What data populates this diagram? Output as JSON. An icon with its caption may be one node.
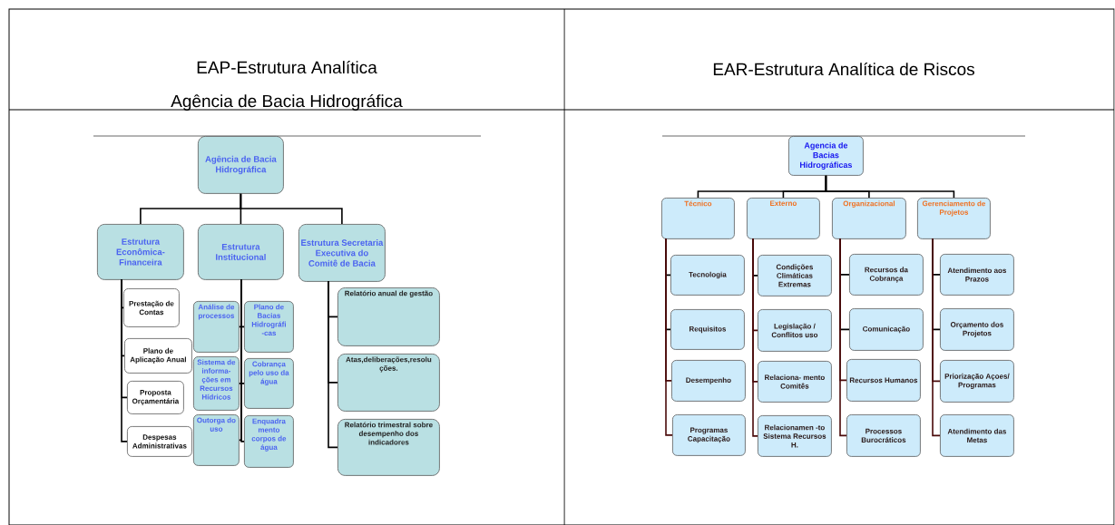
{
  "diagram": {
    "nodes": [
      {
        "text": [
          "Agência de Bacia Hidrográfica"
        ]
      },
      {
        "text": [
          "Estrutura Econômica- Financeira"
        ]
      },
      {
        "text": [
          "Estrutura Institucional"
        ]
      },
      {
        "text": [
          "Estrutura Secretaria Executiva do Comitê de Bacia"
        ]
      },
      {
        "text": [
          "Prestação de Contas"
        ]
      },
      {
        "text": [
          "Plano de Aplicação Anual"
        ]
      },
      {
        "text": [
          "Proposta Orçamentária"
        ]
      },
      {
        "text": [
          "Despesas Administrativas"
        ]
      },
      {
        "text": [
          "Análise de processos"
        ]
      },
      {
        "text": [
          "Plano de Bacias Hidrográfi -cas"
        ]
      },
      {
        "text": [
          "Sistema de informa- ções em Recursos Hídricos"
        ]
      },
      {
        "text": [
          "Cobrança pelo uso da água"
        ]
      },
      {
        "text": [
          "Outorga do uso"
        ]
      },
      {
        "text": [
          "Enquadra mento corpos de água"
        ]
      },
      {
        "text": [
          "Relatório anual de gestão"
        ]
      },
      {
        "text": [
          "Atas,deliberações,resolu ções."
        ]
      },
      {
        "text": [
          "Relatório trimestral sobre desempenho dos indicadores"
        ]
      },
      {
        "text": [
          "Agencia de Bacias Hidrográficas"
        ]
      },
      {
        "text": [
          "Técnico"
        ]
      },
      {
        "text": [
          "Externo"
        ]
      },
      {
        "text": [
          "Organizacional"
        ]
      },
      {
        "text": [
          "Gerenciamento de Projetos"
        ]
      },
      {
        "text": [
          "Tecnologia"
        ]
      },
      {
        "text": [
          "Requisitos"
        ]
      },
      {
        "text": [
          "Desempenho"
        ]
      },
      {
        "text": [
          "Programas Capacitação"
        ]
      },
      {
        "text": [
          "Condições Climáticas Extremas"
        ]
      },
      {
        "text": [
          "Legislação / Conflitos uso"
        ]
      },
      {
        "text": [
          "Relaciona- mento Comitês"
        ]
      },
      {
        "text": [
          "Relacionamen -to Sistema Recursos H."
        ]
      },
      {
        "text": [
          "Recursos da Cobrança"
        ]
      },
      {
        "text": [
          "Comunicação"
        ]
      },
      {
        "text": [
          "Recursos Humanos"
        ]
      },
      {
        "text": [
          "Processos Burocráticos"
        ]
      },
      {
        "text": [
          "Atendimento aos Prazos"
        ]
      },
      {
        "text": [
          "Orçamento dos Projetos"
        ]
      },
      {
        "text": [
          "Priorização Açoes/ Programas"
        ]
      },
      {
        "text": [
          "Atendimento das Metas"
        ]
      }
    ],
    "edges": [
      {
        "from": 0,
        "to": 1,
        "arrow": "none"
      },
      {
        "from": 0,
        "to": 2,
        "arrow": "none"
      },
      {
        "from": 0,
        "to": 3,
        "arrow": "none"
      },
      {
        "from": 1,
        "to": 4,
        "arrow": "none"
      },
      {
        "from": 1,
        "to": 5,
        "arrow": "none"
      },
      {
        "from": 1,
        "to": 6,
        "arrow": "none"
      },
      {
        "from": 1,
        "to": 7,
        "arrow": "none"
      },
      {
        "from": 2,
        "to": 8,
        "arrow": "none"
      },
      {
        "from": 2,
        "to": 9,
        "arrow": "none"
      },
      {
        "from": 2,
        "to": 10,
        "arrow": "none"
      },
      {
        "from": 2,
        "to": 11,
        "arrow": "none"
      },
      {
        "from": 2,
        "to": 12,
        "arrow": "none"
      },
      {
        "from": 2,
        "to": 13,
        "arrow": "none"
      },
      {
        "from": 3,
        "to": 14,
        "arrow": "none"
      },
      {
        "from": 3,
        "to": 15,
        "arrow": "none"
      },
      {
        "from": 3,
        "to": 16,
        "arrow": "none"
      },
      {
        "from": 17,
        "to": 18,
        "arrow": "none"
      },
      {
        "from": 17,
        "to": 19,
        "arrow": "none"
      },
      {
        "from": 17,
        "to": 20,
        "arrow": "none"
      },
      {
        "from": 17,
        "to": 21,
        "arrow": "none"
      },
      {
        "from": 18,
        "to": 22,
        "arrow": "none"
      },
      {
        "from": 18,
        "to": 23,
        "arrow": "none"
      },
      {
        "from": 18,
        "to": 24,
        "arrow": "none",
        "color": "#4a0a0a"
      },
      {
        "from": 18,
        "to": 25,
        "arrow": "none",
        "color": "#4a0a0a"
      },
      {
        "from": 19,
        "to": 26,
        "arrow": "none"
      },
      {
        "from": 19,
        "to": 27,
        "arrow": "none",
        "color": "#4a0a0a"
      },
      {
        "from": 19,
        "to": 28,
        "arrow": "none",
        "color": "#4a0a0a"
      },
      {
        "from": 19,
        "to": 29,
        "arrow": "none",
        "color": "#4a0a0a"
      },
      {
        "from": 20,
        "to": 30,
        "arrow": "none"
      },
      {
        "from": 20,
        "to": 31,
        "arrow": "none"
      },
      {
        "from": 20,
        "to": 32,
        "arrow": "none",
        "color": "#4a0a0a"
      },
      {
        "from": 20,
        "to": 33,
        "arrow": "none",
        "color": "#4a0a0a"
      },
      {
        "from": 21,
        "to": 34,
        "arrow": "none"
      },
      {
        "from": 21,
        "to": 35,
        "arrow": "none"
      },
      {
        "from": 21,
        "to": 36,
        "arrow": "none",
        "color": "#4a0a0a"
      },
      {
        "from": 21,
        "to": 37,
        "arrow": "none",
        "color": "#4a0a0a"
      }
    ],
    "labels": [
      "EAP-Estrutura Analítica",
      "Agência de Bacia Hidrográfica",
      "EAR-Estrutura Analítica de Riscos"
    ]
  }
}
